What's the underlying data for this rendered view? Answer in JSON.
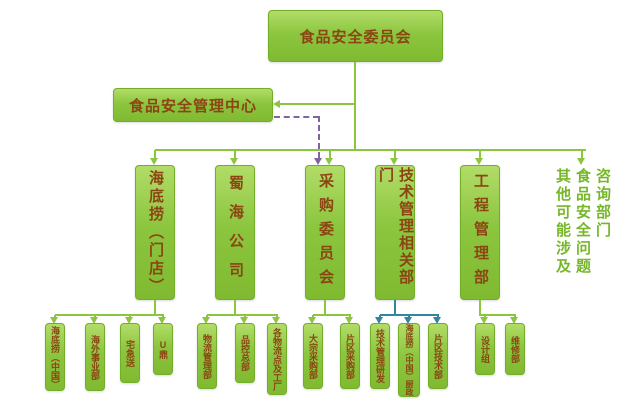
{
  "colors": {
    "box_fill": "#8cc63f",
    "box_border": "#74ad28",
    "box_text": "#8b4513",
    "connector_green": "#8cc63f",
    "connector_purple": "#8064a2",
    "connector_teal": "#31859c",
    "other_text_green": "#76b72a",
    "background": "#ffffff"
  },
  "chart": {
    "root": "食品安全委员会",
    "management_center": "食品安全管理中心",
    "level2": [
      {
        "label": "海底捞（门店）",
        "children": [
          "海底捞（中国）",
          "海外事业部",
          "宅急送",
          "U鼎"
        ]
      },
      {
        "label": "蜀海公司",
        "children": [
          "物流管理部",
          "品控总部",
          "各物流点及工厂"
        ]
      },
      {
        "label": "采购委员会",
        "children": [
          "大宗采购部",
          "片区采购部"
        ]
      },
      {
        "label": "技术管理相关部门",
        "children": [
          "技术管理研发",
          "海底捞（中国）厨政",
          "片区技术部"
        ]
      },
      {
        "label": "工程管理部",
        "children": [
          "设计组",
          "维修部"
        ]
      },
      {
        "label": "其他可能涉及食品安全问题咨询部门",
        "children": []
      }
    ]
  }
}
